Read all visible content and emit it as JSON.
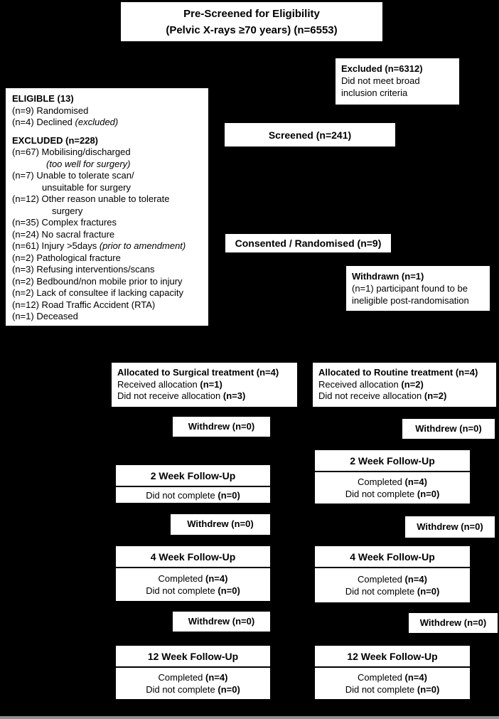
{
  "colors": {
    "background": "#000000",
    "box_fill": "#ffffff",
    "text": "#000000",
    "bottom_strip": "#909090"
  },
  "boxes": {
    "pre_screened": {
      "line1": "Pre-Screened for Eligibility",
      "line2": "(Pelvic X-rays ≥70 years) (n=6553)"
    },
    "excluded_top": {
      "title": "Excluded (n=6312)",
      "body": "Did not meet broad inclusion criteria"
    },
    "eligible_box": {
      "heading_eligible": "ELIGIBLE (13)",
      "randomised": "(n=9) Randomised",
      "declined": "(n=4) Declined ",
      "declined_note": "(excluded)",
      "heading_excluded": "EXCLUDED (n=228)",
      "mobilising": "(n=67) Mobilising/discharged",
      "mobilising_note": "(too well for surgery)",
      "tolerate_scan": "(n=7) Unable to tolerate scan/",
      "tolerate_scan_cont": "unsuitable for surgery",
      "other_reason": "(n=12) Other reason unable to tolerate",
      "other_reason_cont": "surgery",
      "complex_fractures": "(n=35) Complex fractures",
      "no_sacral": "(n=24) No sacral fracture",
      "injury": "(n=61) Injury >5days ",
      "injury_note": "(prior to amendment)",
      "pathological": "(n=2) Pathological fracture",
      "refusing": "(n=3) Refusing interventions/scans",
      "bedbound": "(n=2) Bedbound/non mobile prior to injury",
      "consultee": "(n=2) Lack of consultee if lacking capacity",
      "rta": "(n=12) Road Traffic Accident (RTA)",
      "deceased": "(n=1) Deceased"
    },
    "screened": {
      "label": "Screened (n=241)"
    },
    "consented": {
      "label": "Consented / Randomised (n=9)"
    },
    "withdrawn": {
      "title": "Withdrawn (n=1)",
      "body": "(n=1) participant found to be ineligible post-randomisation"
    },
    "alloc_surgical": {
      "title": "Allocated to Surgical treatment (n=4)",
      "received_label": "Received allocation ",
      "received_n": "(n=1)",
      "not_received_label": "Did not receive allocation ",
      "not_received_n": "(n=3)"
    },
    "alloc_routine": {
      "title": "Allocated to Routine treatment (n=4)",
      "received_label": "Received allocation ",
      "received_n": "(n=2)",
      "not_received_label": "Did not receive allocation ",
      "not_received_n": "(n=2)"
    },
    "withdrew": {
      "label": "Withdrew (n=0)"
    },
    "fu2_left": {
      "title": "2 Week Follow-Up",
      "rows": [
        {
          "label": "Did not complete ",
          "n": "(n=0)"
        }
      ]
    },
    "fu2_right": {
      "title": "2 Week Follow-Up",
      "rows": [
        {
          "label": "Completed ",
          "n": "(n=4)"
        },
        {
          "label": "Did not complete ",
          "n": "(n=0)"
        }
      ]
    },
    "fu4_left": {
      "title": "4 Week Follow-Up",
      "rows": [
        {
          "label": "Completed ",
          "n": "(n=4)"
        },
        {
          "label": "Did not complete ",
          "n": "(n=0)"
        }
      ]
    },
    "fu4_right": {
      "title": "4 Week Follow-Up",
      "rows": [
        {
          "label": "Completed ",
          "n": "(n=4)"
        },
        {
          "label": "Did not complete ",
          "n": "(n=0)"
        }
      ]
    },
    "fu12_left": {
      "title": "12 Week Follow-Up",
      "rows": [
        {
          "label": "Completed ",
          "n": "(n=4)"
        },
        {
          "label": "Did not complete ",
          "n": "(n=0)"
        }
      ]
    },
    "fu12_right": {
      "title": "12 Week Follow-Up",
      "rows": [
        {
          "label": "Completed ",
          "n": "(n=4)"
        },
        {
          "label": "Did not complete ",
          "n": "(n=0)"
        }
      ]
    }
  }
}
